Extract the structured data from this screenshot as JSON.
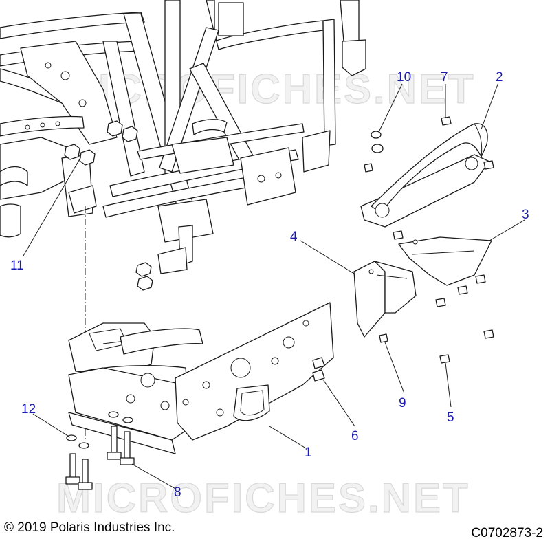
{
  "watermark": "MICROFICHES.NET",
  "callouts": [
    {
      "id": "callout-1",
      "label": "1"
    },
    {
      "id": "callout-2",
      "label": "2"
    },
    {
      "id": "callout-3",
      "label": "3"
    },
    {
      "id": "callout-4",
      "label": "4"
    },
    {
      "id": "callout-5",
      "label": "5"
    },
    {
      "id": "callout-6",
      "label": "6"
    },
    {
      "id": "callout-7",
      "label": "7"
    },
    {
      "id": "callout-8",
      "label": "8"
    },
    {
      "id": "callout-9",
      "label": "9"
    },
    {
      "id": "callout-10",
      "label": "10"
    },
    {
      "id": "callout-11",
      "label": "11"
    },
    {
      "id": "callout-12",
      "label": "12"
    }
  ],
  "footer": {
    "copyright": "© 2019 Polaris Industries Inc.",
    "diagram_code": "C0702873-2"
  },
  "colors": {
    "callout": "#1c1cb0",
    "line": "#1a1a1a",
    "watermark": "#d9d9d9"
  }
}
